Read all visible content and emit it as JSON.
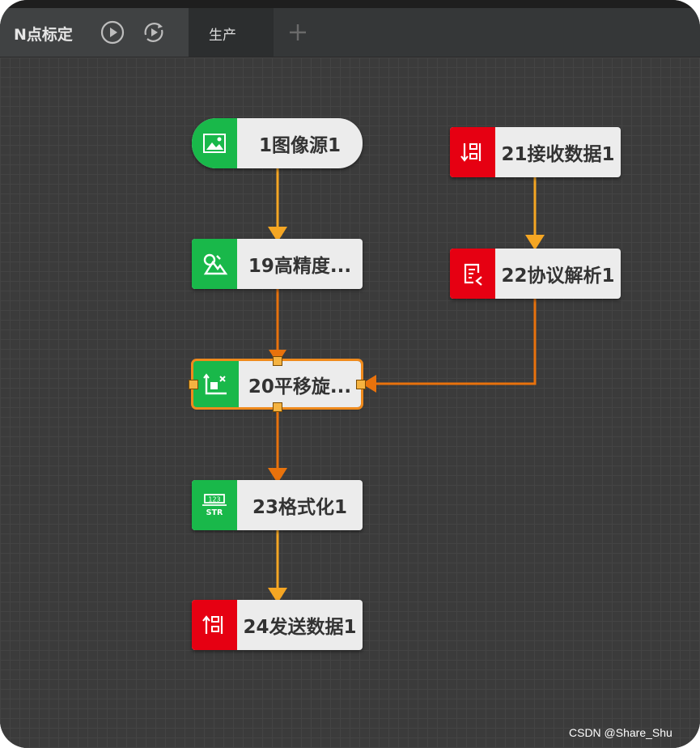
{
  "app": {
    "title": "N点标定",
    "tabs": [
      {
        "label": "生产",
        "active": true
      }
    ],
    "add_tab_icon": "plus-icon"
  },
  "nodes": [
    {
      "label": "1图像源1",
      "category": "green",
      "icon": "image-icon"
    },
    {
      "label": "19高精度...",
      "category": "green",
      "icon": "shape-match-icon"
    },
    {
      "label": "20平移旋...",
      "category": "green",
      "icon": "transform-icon",
      "selected": true
    },
    {
      "label": "23格式化1",
      "category": "green",
      "icon": "format-str-icon"
    },
    {
      "label": "24发送数据1",
      "category": "red",
      "icon": "send-data-icon"
    },
    {
      "label": "21接收数据1",
      "category": "red",
      "icon": "receive-data-icon"
    },
    {
      "label": "22协议解析1",
      "category": "red",
      "icon": "protocol-parse-icon"
    }
  ],
  "colors": {
    "green": "#19b84a",
    "red": "#e60012",
    "wire": "#f5a623",
    "wire_selected": "#e8720c",
    "canvas": "#3b3b3b"
  },
  "watermark": "CSDN @Share_Shu"
}
